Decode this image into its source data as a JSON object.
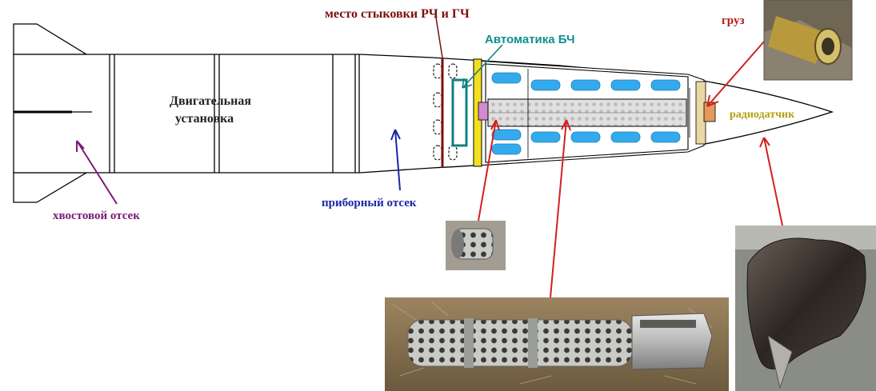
{
  "labels": {
    "docking": "место стыковки РЧ и ГЧ",
    "warhead_automation": "Автоматика БЧ",
    "cargo": "груз",
    "radio_sensor": "радиодатчик",
    "engine_line1": "Двигательная",
    "engine_line2": "установка",
    "tail_section": "хвостовой отсек",
    "instrument_section": "приборный отсек"
  },
  "colors": {
    "docking": "#7a1010",
    "warhead_automation": "#109090",
    "cargo": "#b21a1a",
    "radio_sensor": "#b5a010",
    "tail_section": "#7a1a7a",
    "instrument_section": "#1a28a8",
    "engine": "#222222",
    "red_arrow": "#d42020",
    "submunition_fill": "#33aaee",
    "yellow_bulkhead": "#f2e020"
  },
  "photos": {
    "cargo_photo": "photo-cylinder-cargo",
    "small_photo": "photo-cylinder-fragment",
    "cluster_photo": "photo-cluster-container",
    "nose_photo": "photo-damaged-nose-cone"
  }
}
